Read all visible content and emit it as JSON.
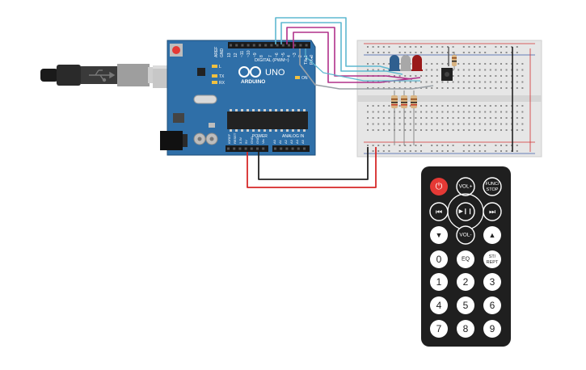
{
  "arduino": {
    "brand": "ARDUINO",
    "model": "UNO",
    "header_digital": "DIGITAL (PWM~)",
    "header_power": "POWER",
    "header_analog": "ANALOG IN",
    "led_l": "L",
    "led_tx": "TX",
    "led_rx": "RX",
    "led_on": "ON",
    "aref": "AREF",
    "gnd": "GND",
    "pin_13": "13",
    "pin_12": "12",
    "pin_11": "~11",
    "pin_10": "~10",
    "pin_9": "~9",
    "pin_8": "8",
    "pin_7": "7",
    "pin_6": "~6",
    "pin_5": "~5",
    "pin_4": "4",
    "pin_3": "~3",
    "pin_2": "2",
    "pin_tx1": "TX▸1",
    "pin_rx0": "RX◂0",
    "p_ioref": "IOREF",
    "p_reset": "RESET",
    "p_3v3": "3.3V",
    "p_5v": "5V",
    "p_gnd1": "GND",
    "p_gnd2": "GND",
    "p_vin": "Vin",
    "a0": "A0",
    "a1": "A1",
    "a2": "A2",
    "a3": "A3",
    "a4": "A4",
    "a5": "A5"
  },
  "remote": {
    "power": "⏻",
    "vol_up": "VOL+",
    "func_stop_1": "FUNC/",
    "func_stop_2": "STOP",
    "prev": "⏮",
    "play_pause": "▶❙❙",
    "next": "⏭",
    "down": "▼",
    "vol_down": "VOL-",
    "up": "▲",
    "zero": "0",
    "eq": "EQ",
    "st_rept_1": "ST/",
    "st_rept_2": "REPT",
    "one": "1",
    "two": "2",
    "three": "3",
    "four": "4",
    "five": "5",
    "six": "6",
    "seven": "7",
    "eight": "8",
    "nine": "9"
  },
  "colors": {
    "board": "#2f6fa8",
    "breadboard": "#e6e6e6",
    "rail_red": "#d32f2f",
    "rail_blue": "#3b5ba8",
    "wire_cyan": "#5fb8d0",
    "wire_magenta": "#b0308a",
    "wire_gray": "#9aa0a6",
    "wire_black": "#222222",
    "wire_red": "#d62828",
    "led_blue": "#2f5f8f",
    "led_white": "#a8a8a8",
    "led_red": "#9a1a1a",
    "remote_body": "#1f1f1f",
    "remote_power": "#e53935"
  }
}
